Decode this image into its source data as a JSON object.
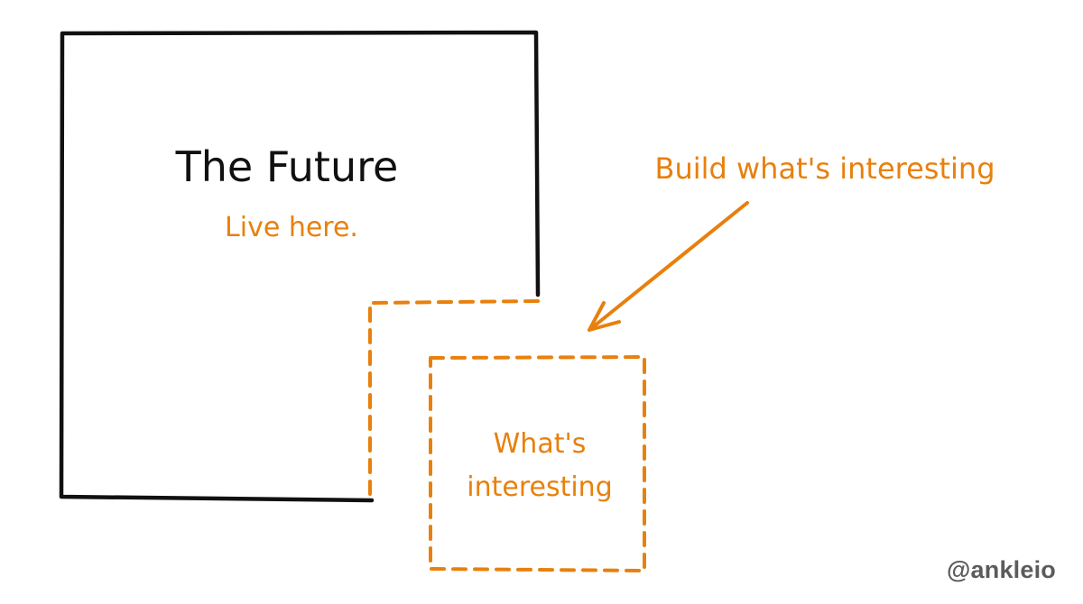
{
  "colors": {
    "ink": "#111111",
    "accent": "#e8800d",
    "credit": "#5b5b5b"
  },
  "future_box": {
    "title": "The Future",
    "subtitle": "Live here."
  },
  "callout": {
    "label": "Build what's interesting"
  },
  "interesting_box": {
    "line1": "What's",
    "line2": "interesting"
  },
  "credit": {
    "handle": "@ankleio"
  }
}
